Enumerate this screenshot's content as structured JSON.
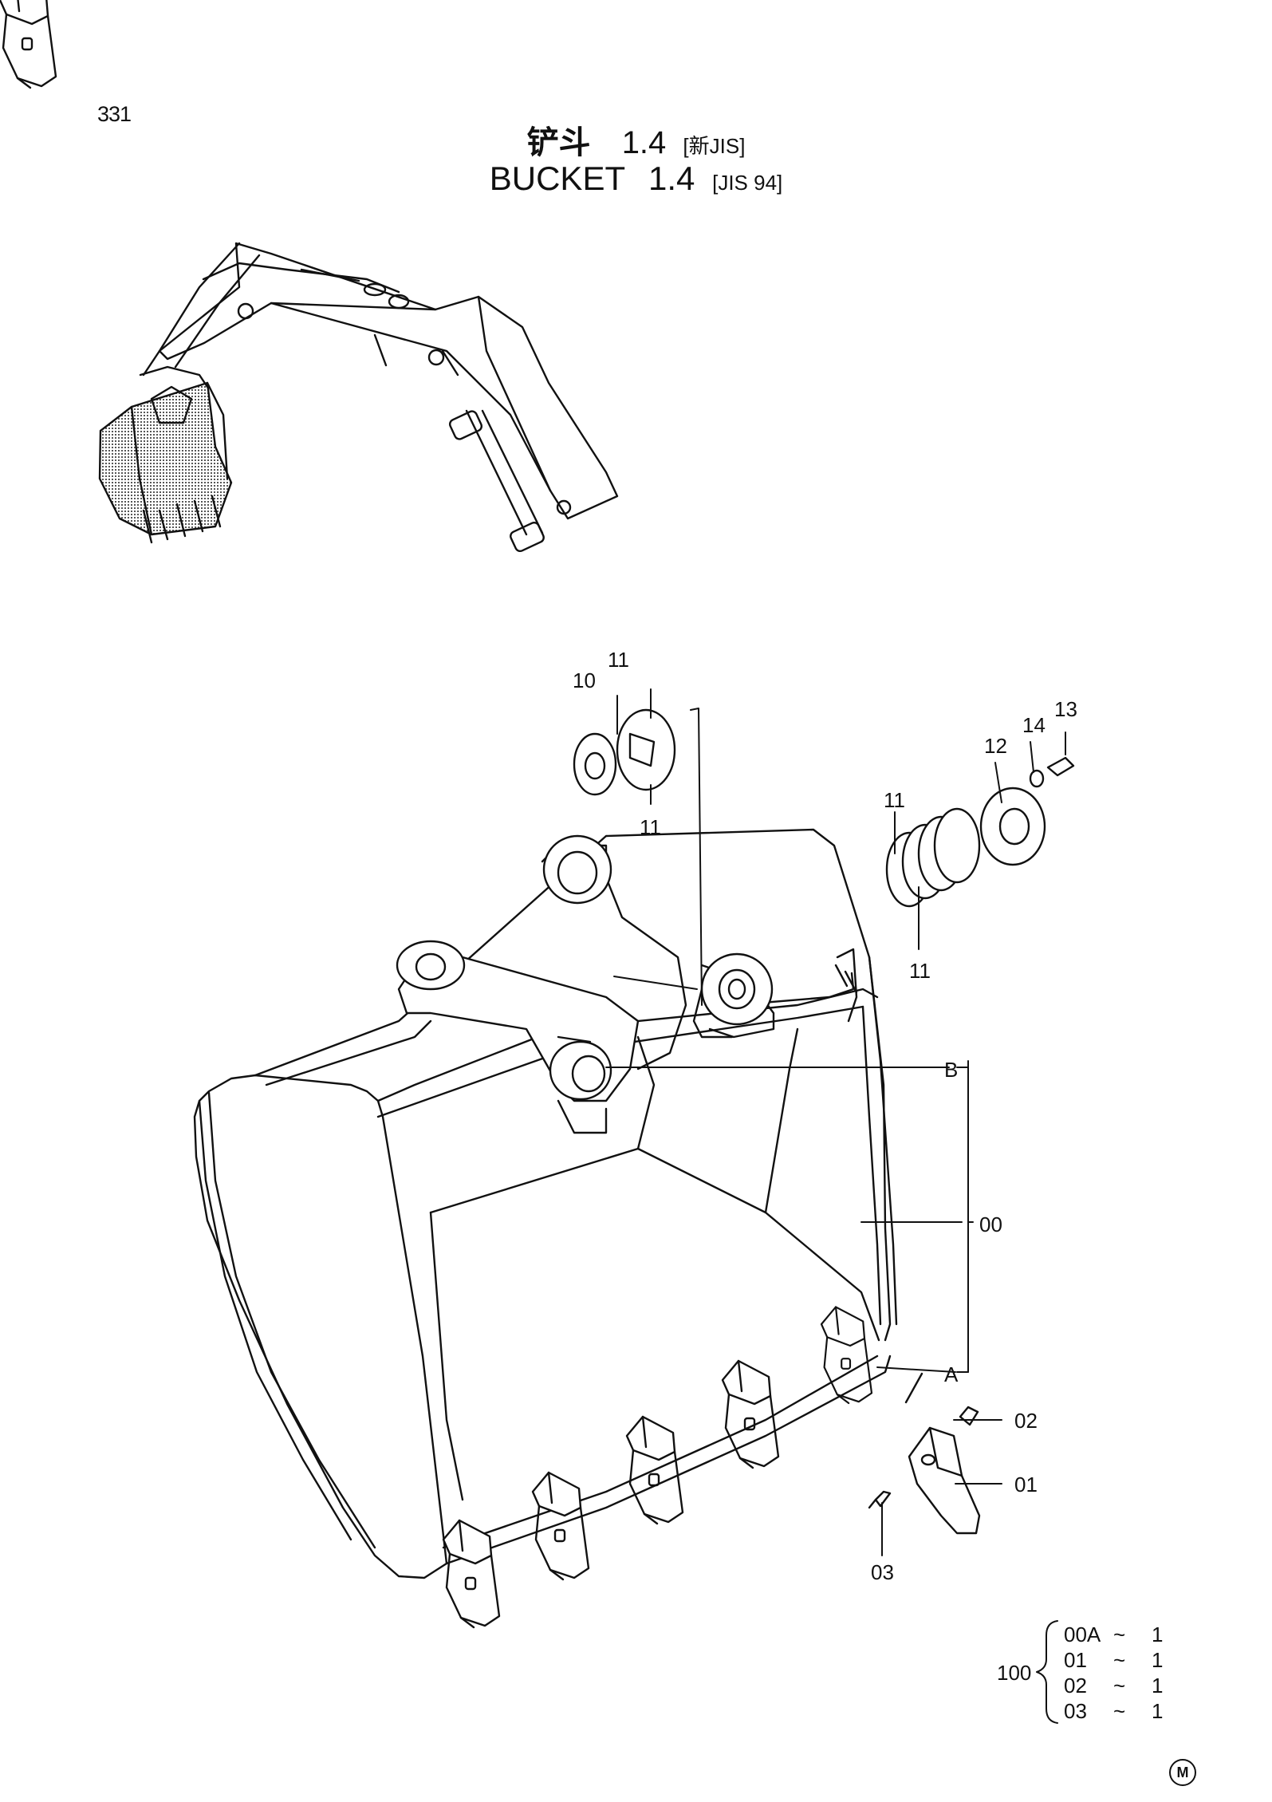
{
  "page_number": "331",
  "title": {
    "cn_name": "铲斗",
    "cn_size": "1.4",
    "cn_std": "[新JIS]",
    "en_name": "BUCKET",
    "en_size": "1.4",
    "en_std": "[JIS 94]"
  },
  "callouts": {
    "p00": "00",
    "p01": "01",
    "p02": "02",
    "p03": "03",
    "p10": "10",
    "p11a": "11",
    "p11b": "11",
    "p11c": "11",
    "p11d": "11",
    "p12": "12",
    "p13": "13",
    "p14": "14",
    "ref_a": "A",
    "ref_b": "B"
  },
  "assembly": {
    "label": "100",
    "rows": [
      {
        "part": "00A",
        "sep": "~",
        "qty": "1"
      },
      {
        "part": "01",
        "sep": "~",
        "qty": "1"
      },
      {
        "part": "02",
        "sep": "~",
        "qty": "1"
      },
      {
        "part": "03",
        "sep": "~",
        "qty": "1"
      }
    ]
  },
  "corner_mark": "M"
}
